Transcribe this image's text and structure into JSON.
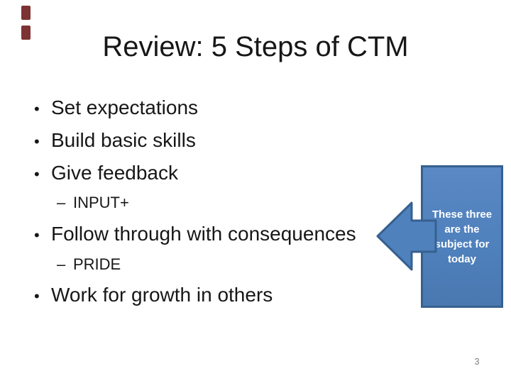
{
  "slide": {
    "title": "Review: 5 Steps of CTM",
    "bullet_glyph": "•",
    "dash_glyph": "–",
    "bullets": [
      {
        "level": 1,
        "text": "Set expectations"
      },
      {
        "level": 1,
        "text": "Build basic skills"
      },
      {
        "level": 1,
        "text": "Give feedback"
      },
      {
        "level": 2,
        "text": "INPUT+"
      },
      {
        "level": 1,
        "text": "Follow through with consequences"
      },
      {
        "level": 2,
        "text": "PRIDE"
      },
      {
        "level": 1,
        "text": "Work for growth in others"
      }
    ],
    "callout": {
      "lines": [
        "These three",
        "are the",
        "subject for",
        "today"
      ]
    },
    "page_number": "3",
    "colors": {
      "accent_bar": "#7d3333",
      "callout_fill": "#4f81bd",
      "callout_border": "#36608f",
      "callout_text": "#ffffff",
      "body_text": "#171717",
      "page_number": "#7f7f7f"
    }
  }
}
